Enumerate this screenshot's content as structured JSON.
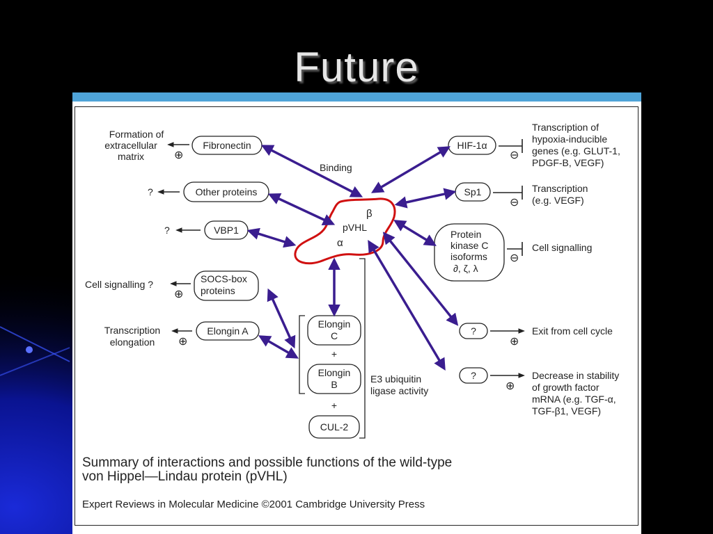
{
  "slide": {
    "title": "Future"
  },
  "figure": {
    "caption_line1": "Summary of interactions and possible functions of the wild-type",
    "caption_line2": "von Hippel—Lindau protein (pVHL)",
    "credit": "Expert Reviews in Molecular Medicine ©2001 Cambridge University Press"
  },
  "colors": {
    "arrow": "#3a1d8f",
    "pvhl_outline": "#d01010",
    "accent_bar": "#4fa4d8",
    "title": "#e6e6e6"
  },
  "labels": {
    "pvhl": "pVHL",
    "beta": "β",
    "alpha": "α",
    "binding": "Binding",
    "fibronectin": "Fibronectin",
    "other_proteins": "Other proteins",
    "vbp1": "VBP1",
    "socs_box_1": "SOCS-box",
    "socs_box_2": "proteins",
    "elongin_a": "Elongin A",
    "elongin_c_1": "Elongin",
    "elongin_c_2": "C",
    "elongin_b_1": "Elongin",
    "elongin_b_2": "B",
    "cul2": "CUL-2",
    "plus": "+",
    "e3_1": "E3 ubiquitin",
    "e3_2": "ligase activity",
    "hif": "HIF-1α",
    "sp1": "Sp1",
    "pkc_1": "Protein",
    "pkc_2": "kinase C",
    "pkc_3": "isoforms",
    "pkc_4": "∂, ζ, λ",
    "q1": "?",
    "q2": "?",
    "q_other": "?",
    "q_vbp1": "?",
    "ecm_1": "Formation of",
    "ecm_2": "extracellular",
    "ecm_3": "matrix",
    "cell_signalling_q": "Cell signalling ?",
    "trans_elong_1": "Transcription",
    "trans_elong_2": "elongation",
    "hif_out_1": "Transcription of",
    "hif_out_2": "hypoxia-inducible",
    "hif_out_3": "genes (e.g. GLUT-1,",
    "hif_out_4": "PDGF-B, VEGF)",
    "sp1_out_1": "Transcription",
    "sp1_out_2": "(e.g. VEGF)",
    "pkc_out": "Cell signalling",
    "exit_cycle": "Exit from cell cycle",
    "decrease_1": "Decrease in stability",
    "decrease_2": "of growth factor",
    "decrease_3": "mRNA (e.g. TGF-α,",
    "decrease_4": "TGF-β1, VEGF)",
    "plus_sign": "⊕",
    "minus_sign": "⊖"
  }
}
